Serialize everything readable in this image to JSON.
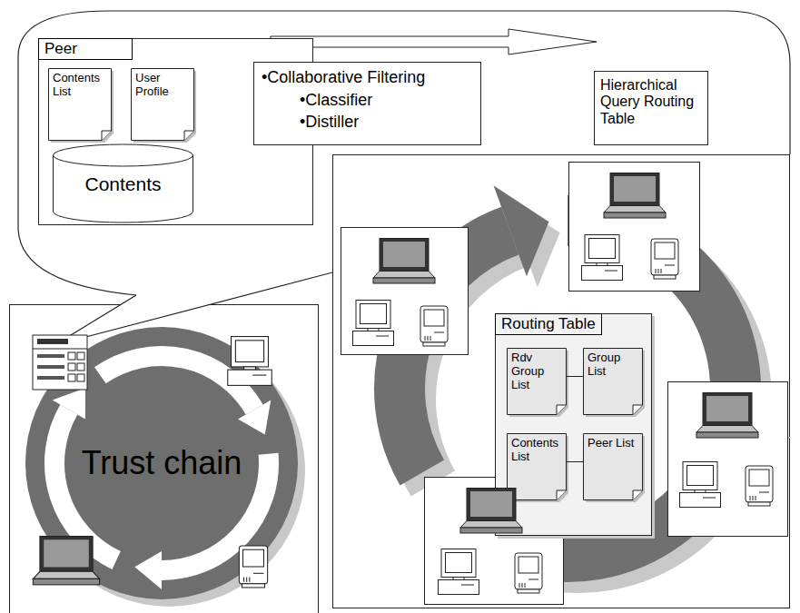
{
  "diagram": {
    "nodes": [
      {
        "text": [
          "Peer"
        ]
      },
      {
        "text": [
          "Contents List"
        ],
        "in": 0
      },
      {
        "text": [
          "User Profile"
        ],
        "in": 0
      },
      {
        "text": [
          "Contents"
        ],
        "in": 0
      },
      {
        "text": [
          "•Collaborative Filtering",
          "•Classifier",
          "•Distiller"
        ]
      },
      {
        "text": [
          "Hierarchical Query Routing Table"
        ]
      },
      {
        "text": [
          "Trust chain"
        ]
      },
      {
        "text": [
          "Routing Table"
        ]
      },
      {
        "text": [
          "Rdv Group List"
        ],
        "in": 7
      },
      {
        "text": [
          "Group List"
        ],
        "in": 7
      },
      {
        "text": [
          "Contents List"
        ],
        "in": 7
      },
      {
        "text": [
          "Peer List"
        ],
        "in": 7
      }
    ],
    "edges": [
      {
        "from": 8,
        "to": 9,
        "arrow": "none"
      },
      {
        "from": 10,
        "to": 11,
        "arrow": "none"
      }
    ]
  }
}
